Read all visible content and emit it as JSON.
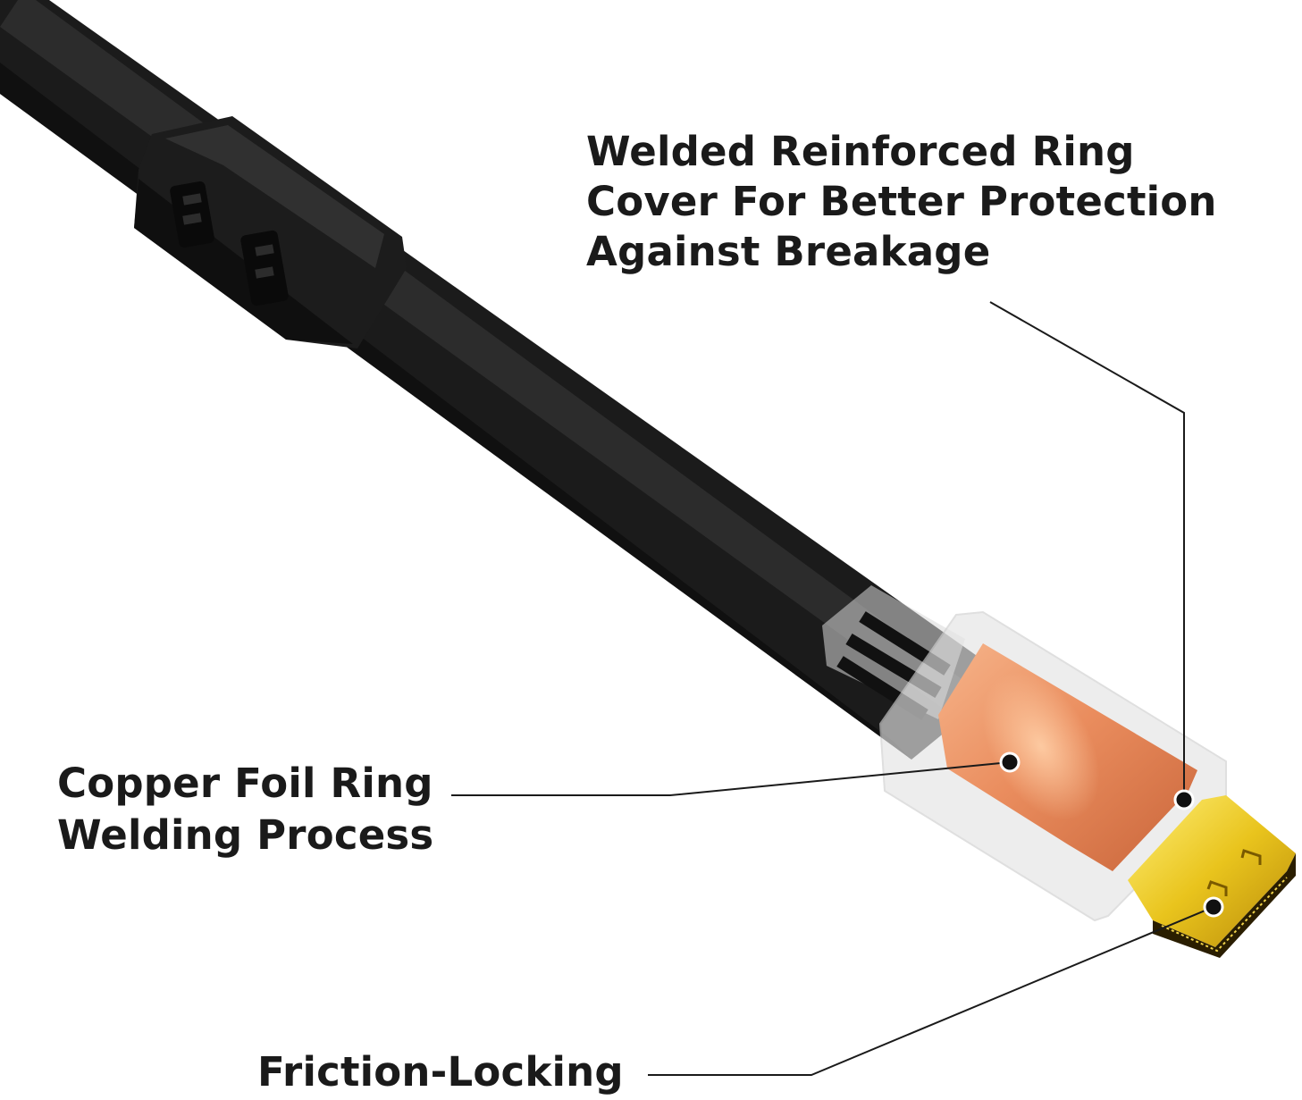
{
  "callouts": {
    "reinforced_ring": {
      "lines": [
        "Welded Reinforced Ring",
        "Cover For Better Protection",
        "Against Breakage"
      ]
    },
    "copper_foil": {
      "lines": [
        "Copper Foil Ring",
        "Welding Process"
      ]
    },
    "friction_locking": {
      "lines": [
        "Friction-Locking"
      ]
    }
  },
  "colors": {
    "background": "#ffffff",
    "cable": "#1f1f1f",
    "copper": "#e8845a",
    "gold": "#e8c21a",
    "text": "#1a1a1a"
  },
  "icons": [
    "hdmi-cable-illustration",
    "ferrite-core-icon",
    "hdmi-connector-icon"
  ]
}
